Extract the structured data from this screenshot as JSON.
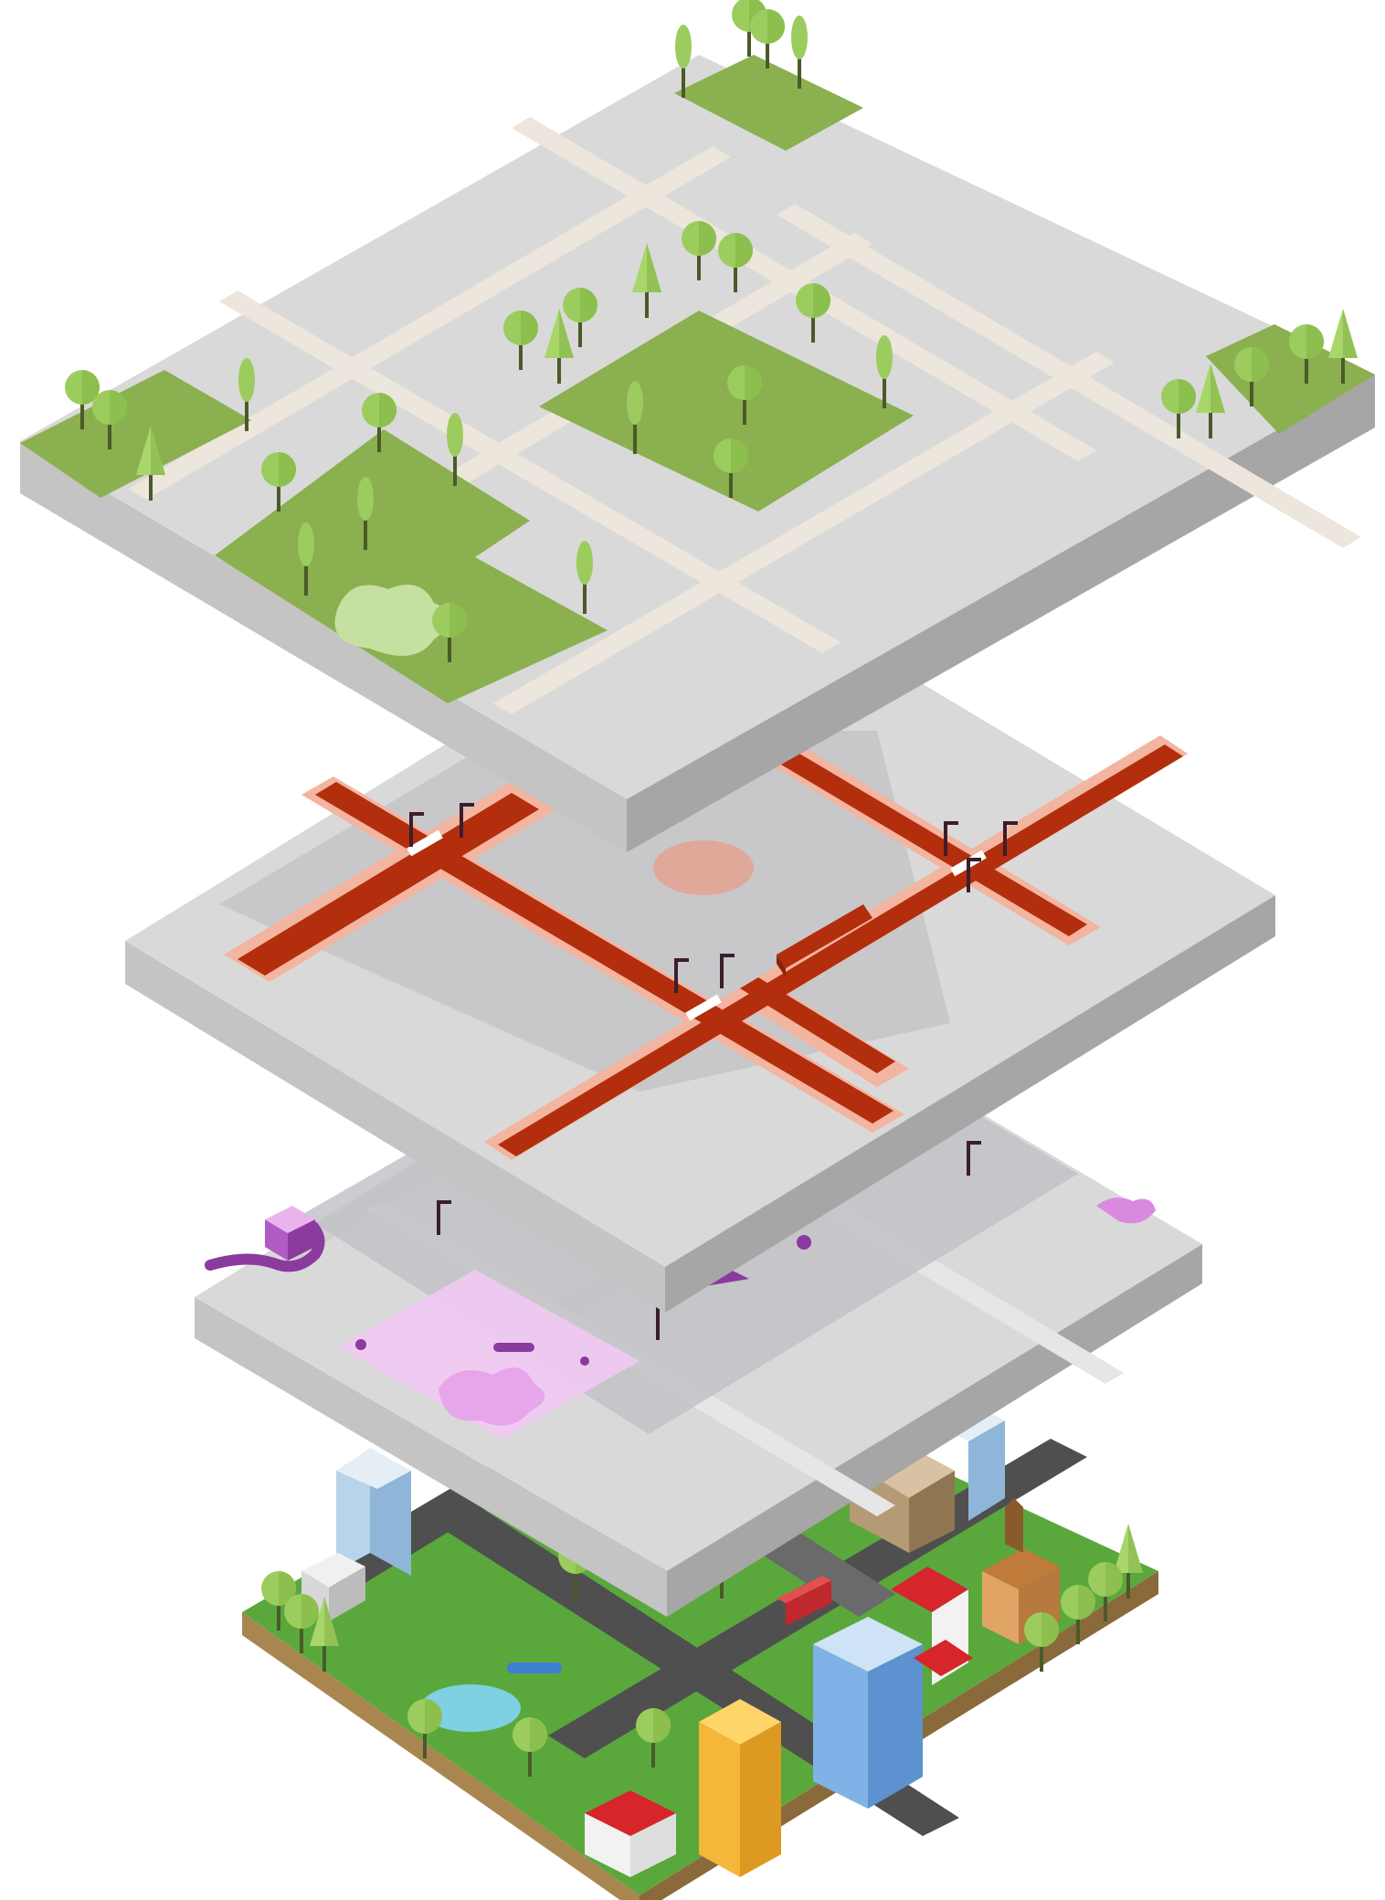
{
  "diagram": {
    "kind": "exploded isometric city layers",
    "layers": [
      {
        "id": "green-space",
        "color": "#8bb04f"
      },
      {
        "id": "traffic-network",
        "color": "#b22e0d"
      },
      {
        "id": "amenities",
        "color": "#8b3a9e"
      },
      {
        "id": "full-city",
        "color": "#5aa83c"
      }
    ],
    "colors": {
      "slab_top": "#d9d9d9",
      "slab_left": "#c4c4c4",
      "slab_right": "#a6a6a6",
      "sidewalk": "#ece6dc",
      "grass": "#8bb04f",
      "tree": "#9ccc5e",
      "road": "#b22e0d",
      "road_halo": "#f3b4a0",
      "amenity": "#8b3a9e",
      "amenity_glow": "#f2c9f3",
      "soil": "#9c7a4a"
    }
  }
}
